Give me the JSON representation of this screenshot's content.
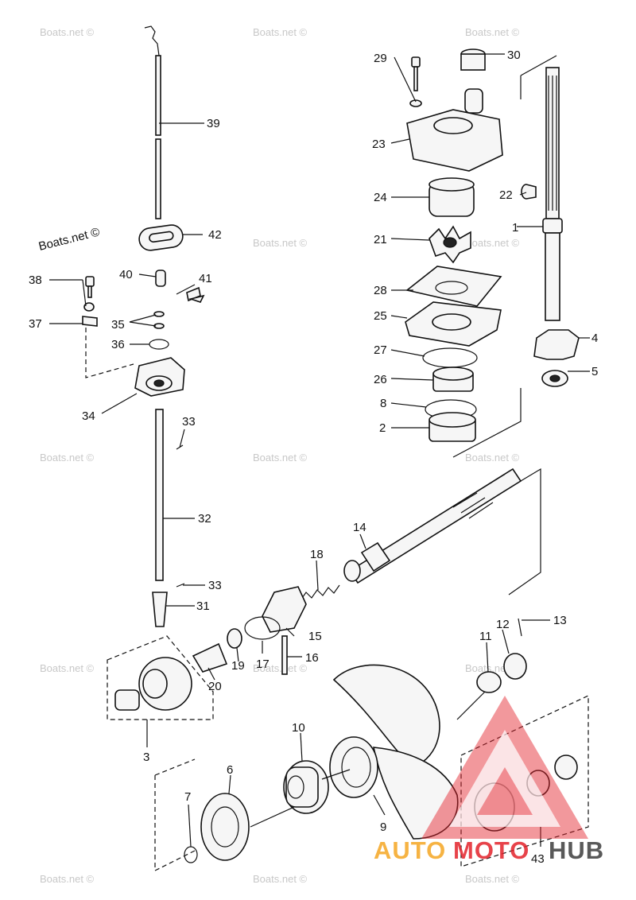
{
  "watermark": {
    "text": "Boats.net ©"
  },
  "credit": {
    "text": "Boats.net ©"
  },
  "logo": {
    "text_auto": "AUTO",
    "text_moto": "MOTO",
    "text_hub": "HUB",
    "color_red": "#e3232b",
    "color_orange": "#f5a623",
    "color_gray": "#3d3d3d"
  },
  "callouts": [
    "1",
    "2",
    "3",
    "4",
    "5",
    "6",
    "7",
    "8",
    "9",
    "10",
    "11",
    "12",
    "13",
    "14",
    "15",
    "16",
    "17",
    "18",
    "19",
    "20",
    "21",
    "22",
    "23",
    "24",
    "25",
    "26",
    "27",
    "28",
    "29",
    "30",
    "31",
    "32",
    "33",
    "33",
    "34",
    "35",
    "36",
    "37",
    "38",
    "39",
    "40",
    "41",
    "42",
    "43"
  ]
}
